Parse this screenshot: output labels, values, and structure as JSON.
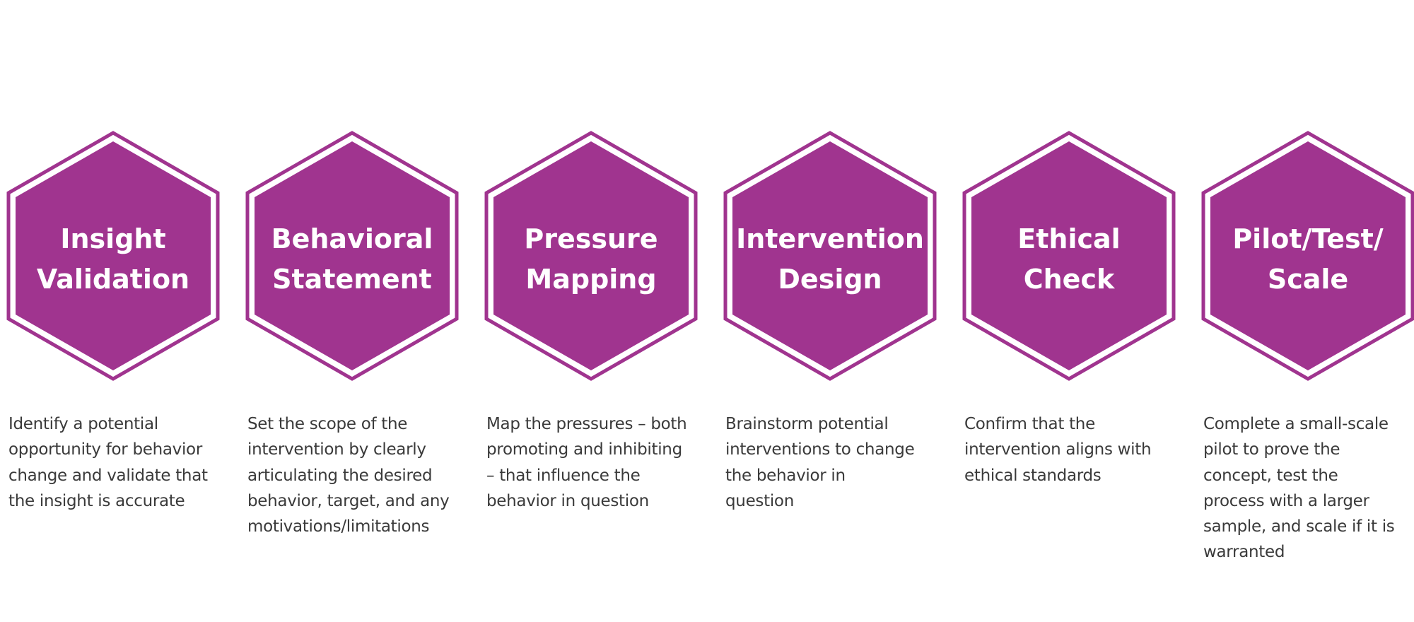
{
  "colors": {
    "hexagon_fill": "#a0348f",
    "hexagon_outline": "#a0348f",
    "title_text": "#ffffff",
    "description_text": "#3a3a3a",
    "background": "#ffffff"
  },
  "steps": [
    {
      "title_lines": [
        "Insight",
        "Validation"
      ],
      "description_lines": [
        "Identify a potential",
        "opportunity for behavior",
        "change and validate that",
        "the insight is accurate"
      ]
    },
    {
      "title_lines": [
        "Behavioral",
        "Statement"
      ],
      "description_lines": [
        "Set the scope of the",
        "intervention by clearly",
        "articulating the desired",
        "behavior, target, and any",
        "motivations/limitations"
      ]
    },
    {
      "title_lines": [
        "Pressure",
        "Mapping"
      ],
      "description_lines": [
        "Map the pressures – both",
        "promoting and inhibiting",
        "– that influence the",
        "behavior in question"
      ]
    },
    {
      "title_lines": [
        "Intervention",
        "Design"
      ],
      "description_lines": [
        "Brainstorm potential",
        "interventions to change",
        "the behavior in",
        "question"
      ]
    },
    {
      "title_lines": [
        "Ethical",
        "Check"
      ],
      "description_lines": [
        "Confirm that the",
        "intervention aligns with",
        "ethical standards"
      ]
    },
    {
      "title_lines": [
        "Pilot/Test/",
        "Scale"
      ],
      "description_lines": [
        "Complete a small-scale",
        "pilot to prove the",
        "concept, test the",
        "process with a larger",
        "sample, and scale if it is",
        "warranted"
      ]
    }
  ]
}
